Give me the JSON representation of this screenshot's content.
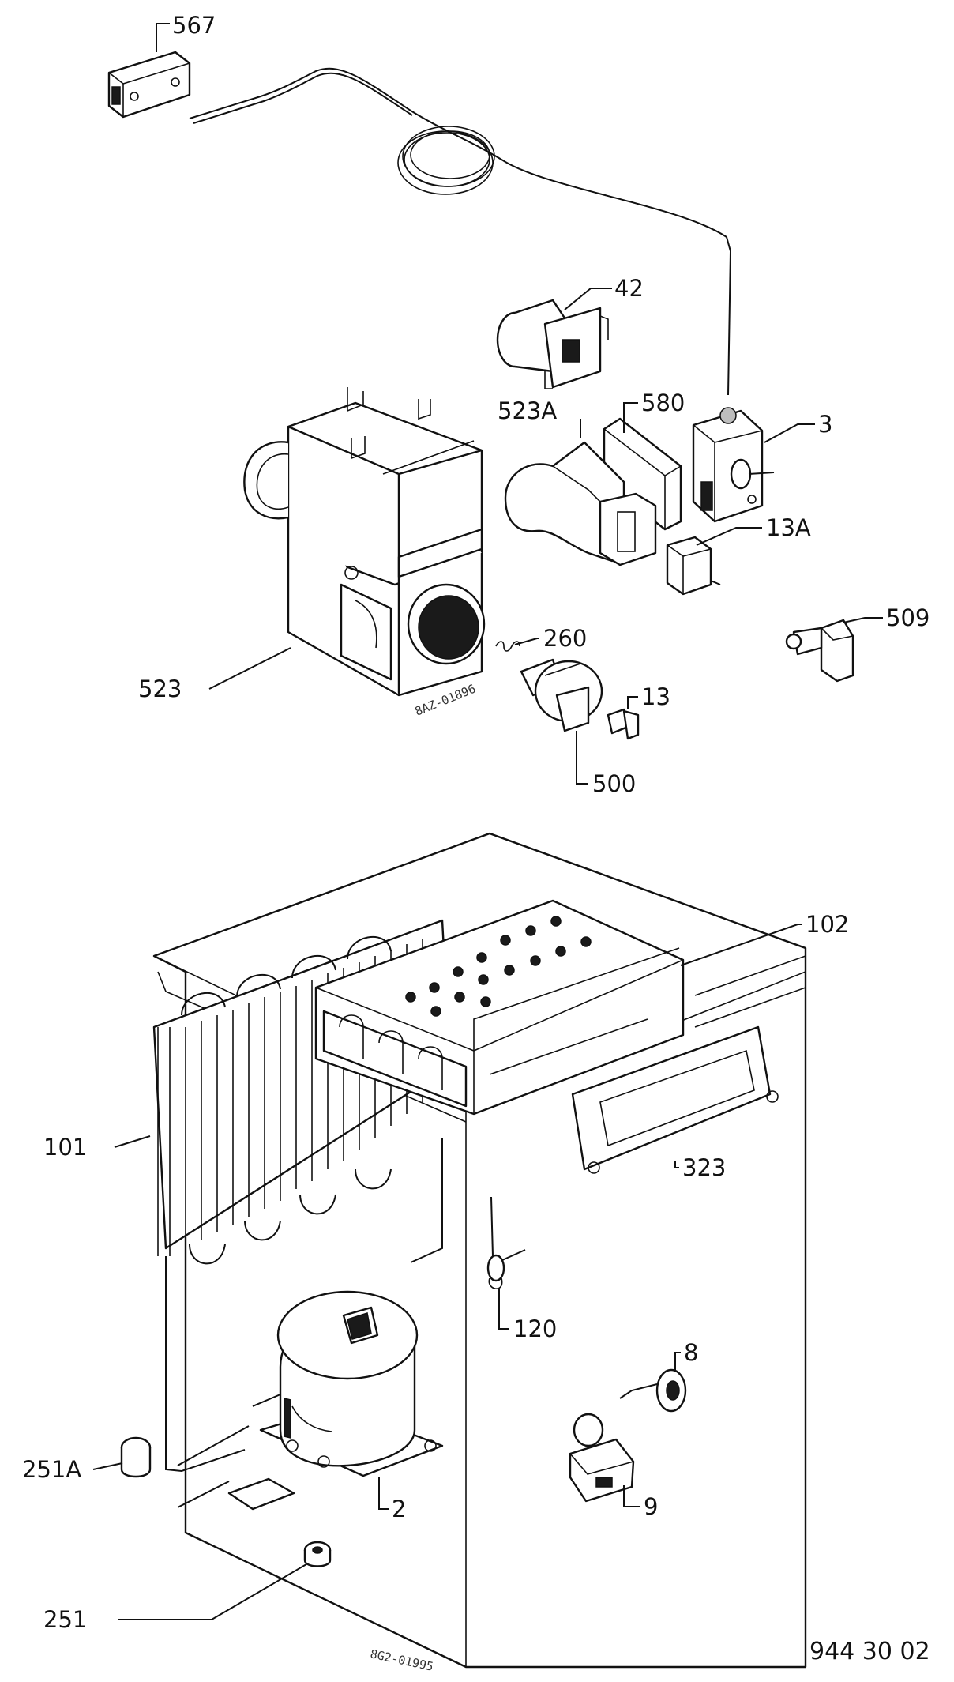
{
  "diagram": {
    "figure_number": "944 30 02",
    "stamps": [
      "8AZ-01896",
      "8G2-01995"
    ],
    "callouts": [
      {
        "id": "567",
        "text": "567"
      },
      {
        "id": "42",
        "text": "42"
      },
      {
        "id": "523A",
        "text": "523A"
      },
      {
        "id": "580",
        "text": "580"
      },
      {
        "id": "3",
        "text": "3"
      },
      {
        "id": "13A",
        "text": "13A"
      },
      {
        "id": "509",
        "text": "509"
      },
      {
        "id": "260",
        "text": "260"
      },
      {
        "id": "13",
        "text": "13"
      },
      {
        "id": "500",
        "text": "500"
      },
      {
        "id": "523",
        "text": "523"
      },
      {
        "id": "102",
        "text": "102"
      },
      {
        "id": "101",
        "text": "101"
      },
      {
        "id": "323",
        "text": "323"
      },
      {
        "id": "120",
        "text": "120"
      },
      {
        "id": "8",
        "text": "8"
      },
      {
        "id": "251A",
        "text": "251A"
      },
      {
        "id": "9",
        "text": "9"
      },
      {
        "id": "2",
        "text": "2"
      },
      {
        "id": "251",
        "text": "251"
      }
    ]
  }
}
